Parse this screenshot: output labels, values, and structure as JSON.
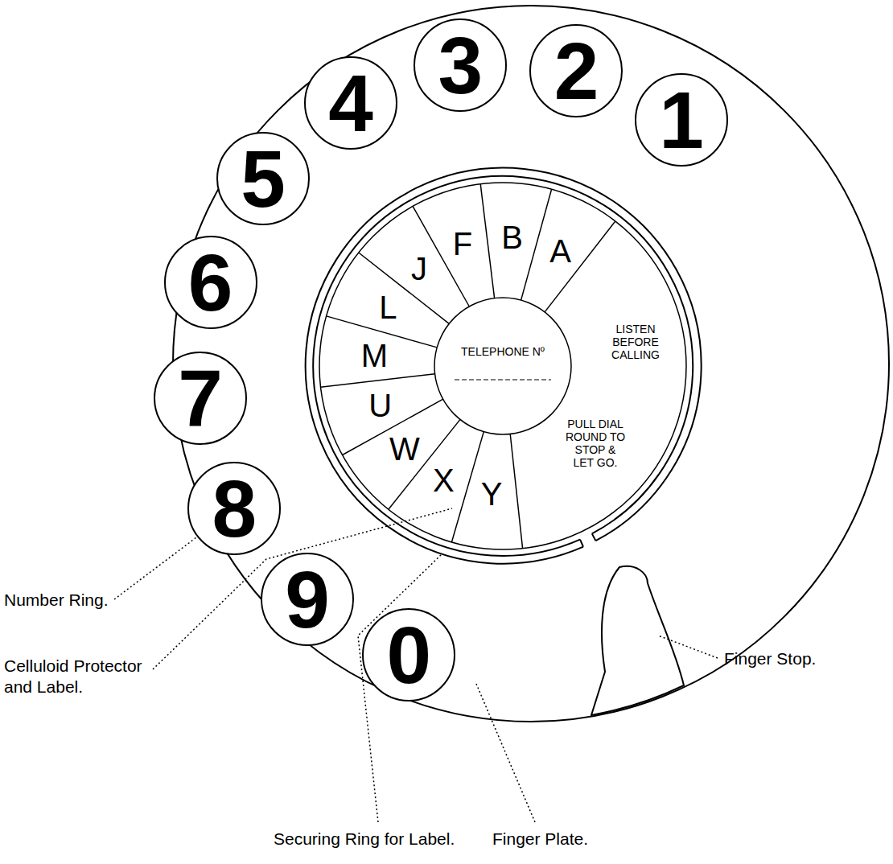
{
  "diagram": {
    "nodes": [
      {
        "text": [
          "1"
        ]
      },
      {
        "text": [
          "2"
        ]
      },
      {
        "text": [
          "3"
        ]
      },
      {
        "text": [
          "4"
        ]
      },
      {
        "text": [
          "5"
        ]
      },
      {
        "text": [
          "6"
        ]
      },
      {
        "text": [
          "7"
        ]
      },
      {
        "text": [
          "8"
        ]
      },
      {
        "text": [
          "9"
        ]
      },
      {
        "text": [
          "0"
        ]
      }
    ],
    "labels": [
      "A",
      "B",
      "F",
      "J",
      "L",
      "M",
      "U",
      "W",
      "X",
      "Y",
      "TELEPHONE Nº",
      "LISTEN BEFORE CALLING",
      "PULL DIAL ROUND TO STOP & LET GO.",
      "Number Ring.",
      "Celluloid Protector and Label.",
      "Securing Ring for Label.",
      "Finger Plate.",
      "Finger Stop."
    ]
  }
}
